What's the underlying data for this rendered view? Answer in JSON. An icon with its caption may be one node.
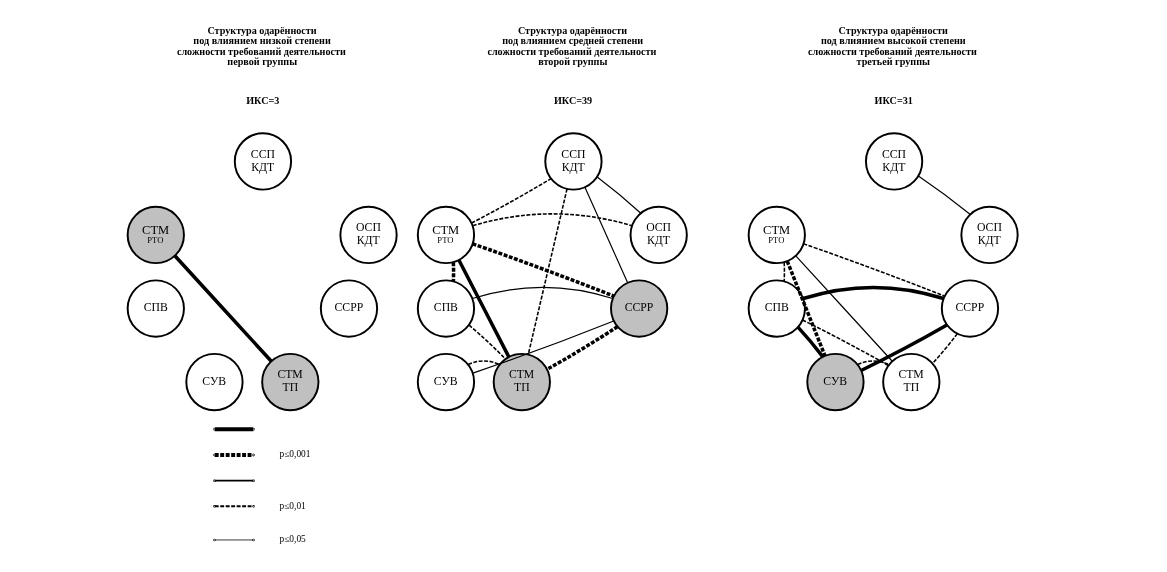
{
  "diagram": {
    "nodes": [
      {
        "text": [
          "ССП КДТ"
        ]
      },
      {
        "text": [
          "СТМ",
          "РТО"
        ]
      },
      {
        "text": [
          "ОСП КДТ"
        ]
      },
      {
        "text": [
          "СПВ"
        ]
      },
      {
        "text": [
          "ССРР"
        ]
      },
      {
        "text": [
          "СУВ"
        ]
      },
      {
        "text": [
          "СТМ ТП"
        ]
      },
      {
        "text": [
          "ССП КДТ"
        ]
      },
      {
        "text": [
          "СТМ",
          "РТО"
        ]
      },
      {
        "text": [
          "ОСП КДТ"
        ]
      },
      {
        "text": [
          "СПВ"
        ]
      },
      {
        "text": [
          "ССРР"
        ]
      },
      {
        "text": [
          "СУВ"
        ]
      },
      {
        "text": [
          "СТМ ТП"
        ]
      },
      {
        "text": [
          "ССП КДТ"
        ]
      },
      {
        "text": [
          "СТМ",
          "РТО"
        ]
      },
      {
        "text": [
          "ОСП КДТ"
        ]
      },
      {
        "text": [
          "СПВ"
        ]
      },
      {
        "text": [
          "ССРР"
        ]
      },
      {
        "text": [
          "СУВ"
        ]
      },
      {
        "text": [
          "СТМ ТП"
        ]
      }
    ],
    "edges": [
      {
        "from": 1,
        "to": 6,
        "arrow": "none",
        "style": "thick"
      },
      {
        "from": 8,
        "to": 7,
        "arrow": "none",
        "style": "dashed"
      },
      {
        "from": 8,
        "to": 9,
        "arrow": "none",
        "style": "dashed"
      },
      {
        "from": 8,
        "to": 11,
        "arrow": "none",
        "style": "dashed"
      },
      {
        "from": 8,
        "to": 10,
        "arrow": "none",
        "style": "dashed"
      },
      {
        "from": 8,
        "to": 13,
        "arrow": "none",
        "style": "thick"
      },
      {
        "from": 7,
        "to": 9,
        "arrow": "none"
      },
      {
        "from": 7,
        "to": 11,
        "arrow": "none"
      },
      {
        "from": 7,
        "to": 13,
        "arrow": "none",
        "style": "dashed"
      },
      {
        "from": 10,
        "to": 11,
        "arrow": "none"
      },
      {
        "from": 10,
        "to": 13,
        "arrow": "none",
        "style": "dashed"
      },
      {
        "from": 12,
        "to": 11,
        "arrow": "none"
      },
      {
        "from": 12,
        "to": 13,
        "arrow": "none",
        "style": "dashed"
      },
      {
        "from": 11,
        "to": 13,
        "arrow": "none",
        "style": "dashed"
      },
      {
        "from": 14,
        "to": 16,
        "arrow": "none"
      },
      {
        "from": 15,
        "to": 18,
        "arrow": "none",
        "style": "dashed"
      },
      {
        "from": 15,
        "to": 17,
        "arrow": "none",
        "style": "dashed"
      },
      {
        "from": 15,
        "to": 19,
        "arrow": "none",
        "style": "dashed"
      },
      {
        "from": 15,
        "to": 20,
        "arrow": "none"
      },
      {
        "from": 17,
        "to": 18,
        "arrow": "none",
        "style": "thick"
      },
      {
        "from": 17,
        "to": 20,
        "arrow": "none",
        "style": "dashed"
      },
      {
        "from": 17,
        "to": 19,
        "arrow": "none",
        "style": "thick"
      },
      {
        "from": 18,
        "to": 19,
        "arrow": "none",
        "style": "thick"
      },
      {
        "from": 18,
        "to": 20,
        "arrow": "none",
        "style": "dashed"
      },
      {
        "from": 19,
        "to": 20,
        "arrow": "none",
        "style": "dashed"
      }
    ],
    "labels": [
      "Структура одарённости под влиянием низкой степени сложности требований деятельности первой группы",
      "ИКС=3",
      "Структура одарённости под влиянием средней степени сложности требований деятельности второй группы",
      "ИКС=39",
      "Структура одарённости под влиянием высокой степени сложности требований деятельности третьей группы",
      "ИКС=31"
    ],
    "legend": [
      {
        "text": "p≤0,001"
      },
      {
        "text": "p≤0,01"
      },
      {
        "text": "p≤0,05"
      }
    ]
  }
}
